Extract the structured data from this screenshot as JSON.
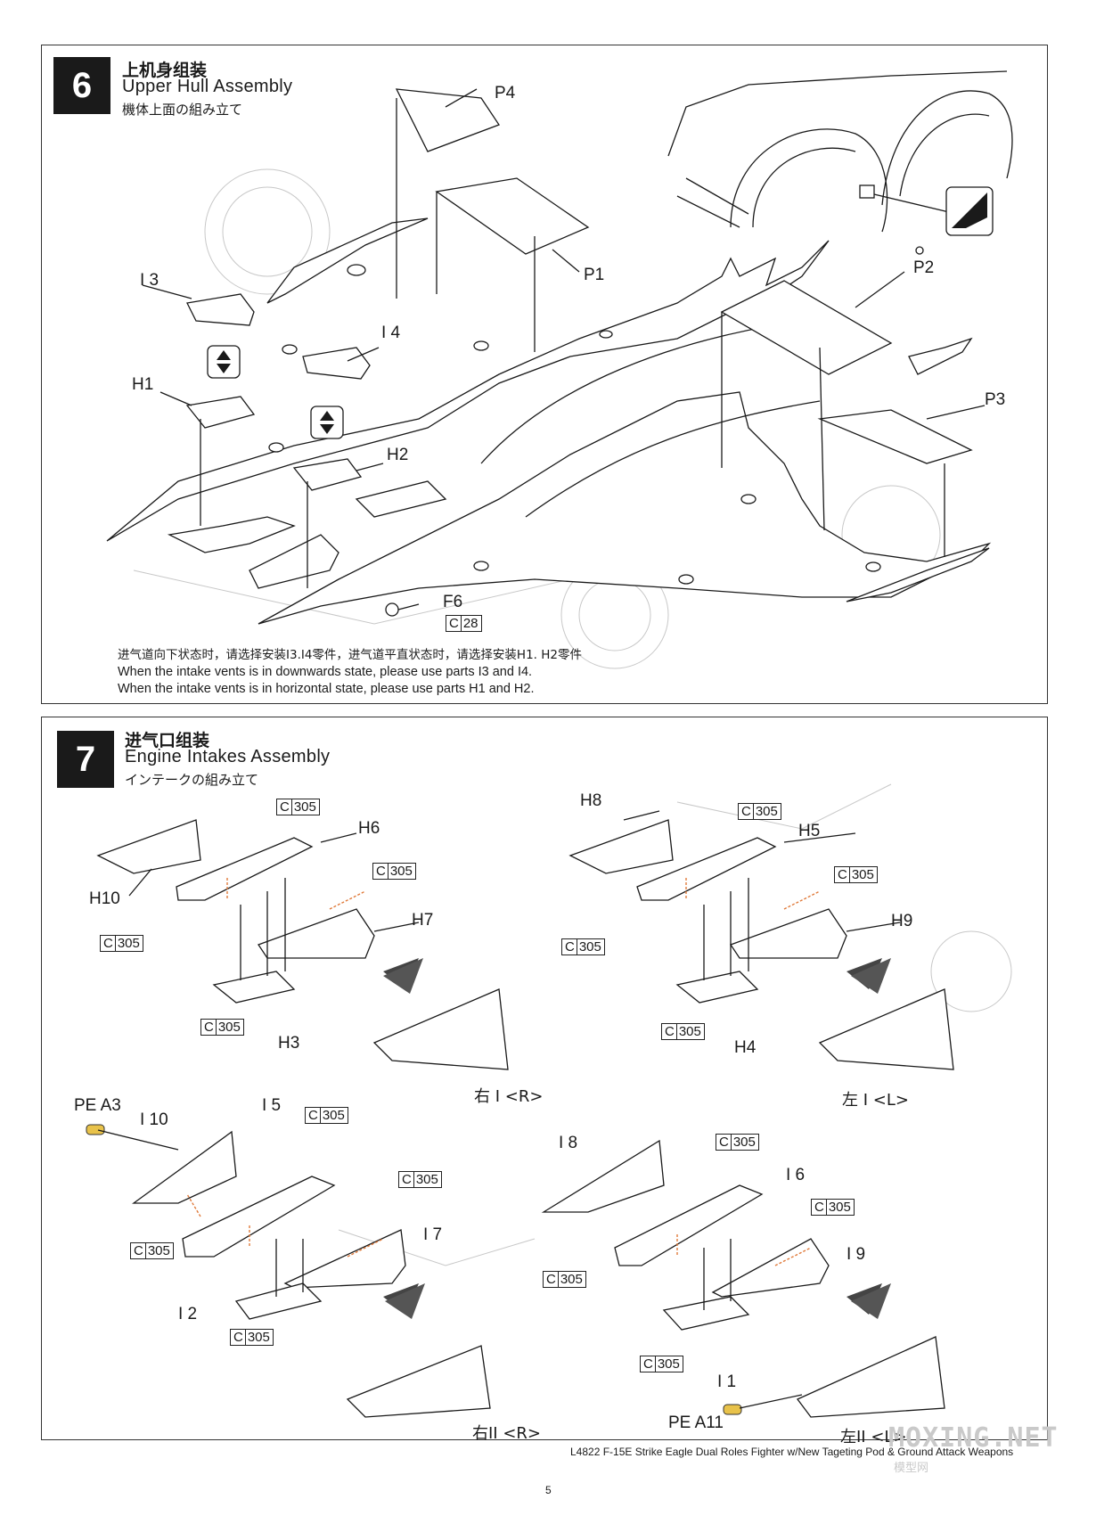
{
  "step6": {
    "number": "6",
    "title_cn": "上机身组装",
    "title_en": "Upper Hull Assembly",
    "title_jp": "機体上面の組み立て",
    "parts": [
      "P4",
      "P1",
      "P2",
      "P3",
      "I 3",
      "I 4",
      "H1",
      "H2",
      "F6"
    ],
    "codes": {
      "c28": [
        "C",
        "28"
      ]
    },
    "note_cn": "进气道向下状态时，请选择安装I3.I4零件，进气道平直状态时，请选择安装H1. H2零件",
    "note_en1": "When the intake vents is in downwards state, please use parts I3 and I4.",
    "note_en2": "When the intake vents is in horizontal state, please use parts H1 and H2."
  },
  "step7": {
    "number": "7",
    "title_cn": "进气口组装",
    "title_en": "Engine Intakes Assembly",
    "title_jp": "インテークの組み立て",
    "code": [
      "C",
      "305"
    ],
    "parts": {
      "h6": "H6",
      "h10": "H10",
      "h7": "H7",
      "h3": "H3",
      "h8": "H8",
      "h5": "H5",
      "h9": "H9",
      "h4": "H4",
      "pea3": "PE A3",
      "i10": "I 10",
      "i5": "I 5",
      "i7": "I 7",
      "i2": "I 2",
      "i8": "I 8",
      "i6": "I 6",
      "i9": "I 9",
      "i1": "I 1",
      "pea11": "PE A11"
    },
    "results": {
      "r1": "右 I <R>",
      "l1": "左 I <L>",
      "r2": "右II <R>",
      "l2": "左II  <L>"
    }
  },
  "footer": {
    "text": "L4822  F-15E Strike Eagle Dual Roles Fighter w/New Tageting Pod & Ground Attack Weapons",
    "page": "5"
  },
  "watermark": {
    "text": "MOXING.NET",
    "sub": "模型网"
  }
}
